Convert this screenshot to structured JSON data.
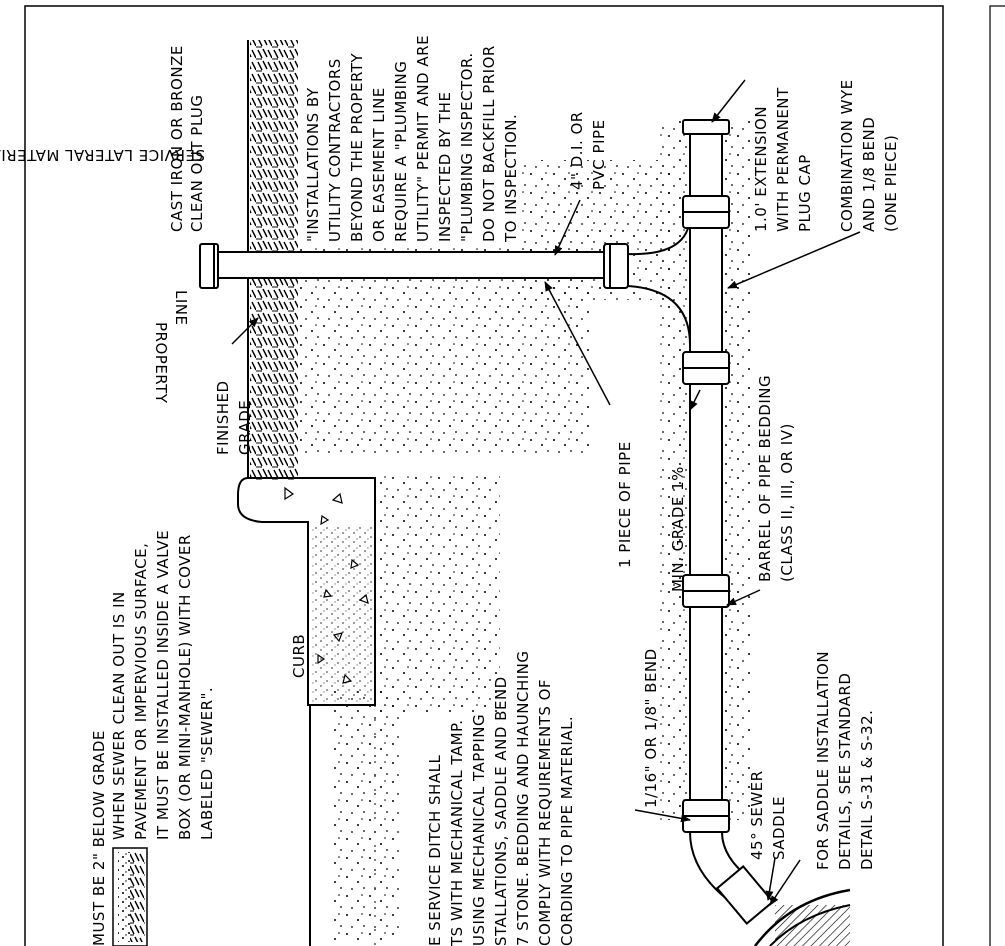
{
  "top_note": "SERVICE LATERAL MATERIAL AS REQUIRED",
  "note_grade": "MUST BE 2\" BELOW GRADE",
  "note_cleanout": [
    "WHEN SEWER CLEAN OUT IS IN",
    "PAVEMENT OR IMPERVIOUS SURFACE,",
    "IT MUST BE INSTALLED INSIDE A VALVE",
    "BOX (OR MINI-MANHOLE) WITH COVER",
    "LABELED \"SEWER\"."
  ],
  "note_ditch": [
    "E SERVICE DITCH SHALL",
    "TS WITH MECHANICAL TAMP.",
    "USING MECHANICAL TAPPING",
    "STALLATIONS, SADDLE AND BEND",
    "7 STONE.  BEDDING AND HAUNCHING",
    "COMPLY WITH REQUIREMENTS OF",
    "CORDING TO PIPE MATERIAL."
  ],
  "label_curb": "CURB",
  "label_finished_grade": [
    "FINISHED",
    "GRADE"
  ],
  "label_cleanout_plug": [
    "CAST IRON OR BRONZE",
    "CLEAN OUT PLUG"
  ],
  "label_property_line": [
    "PROPERTY",
    "LINE"
  ],
  "note_installations": [
    "\"INSTALLATIONS BY",
    "UTILITY CONTRACTORS",
    "BEYOND THE PROPERTY",
    "OR EASEMENT LINE",
    "REQUIRE A \"PLUMBING",
    "UTILITY\" PERMIT AND ARE",
    "INSPECTED BY THE",
    "\"PLUMBING INSPECTOR.",
    "DO NOT BACKFILL PRIOR",
    "TO INSPECTION."
  ],
  "label_pipe_material": [
    "4\" D.I. OR",
    "PVC PIPE"
  ],
  "label_extension": [
    "1.0' EXTENSION",
    "WITH PERMANENT",
    "PLUG CAP"
  ],
  "label_combination": [
    "COMBINATION WYE",
    "AND 1/8 BEND",
    "(ONE PIECE)"
  ],
  "label_one_piece": "1 PIECE OF PIPE",
  "label_min_grade": "MIN. GRADE 1%",
  "label_barrel": [
    "BARREL OF PIPE BEDDING",
    "(CLASS II, III, OR IV)"
  ],
  "label_bend": "1/16\" OR 1/8\" BEND",
  "label_saddle": [
    "45° SEWER",
    "SADDLE"
  ],
  "label_saddle_details": [
    "FOR SADDLE INSTALLATION",
    "DETAILS, SEE STANDARD",
    "DETAIL S-31 & S-32."
  ]
}
